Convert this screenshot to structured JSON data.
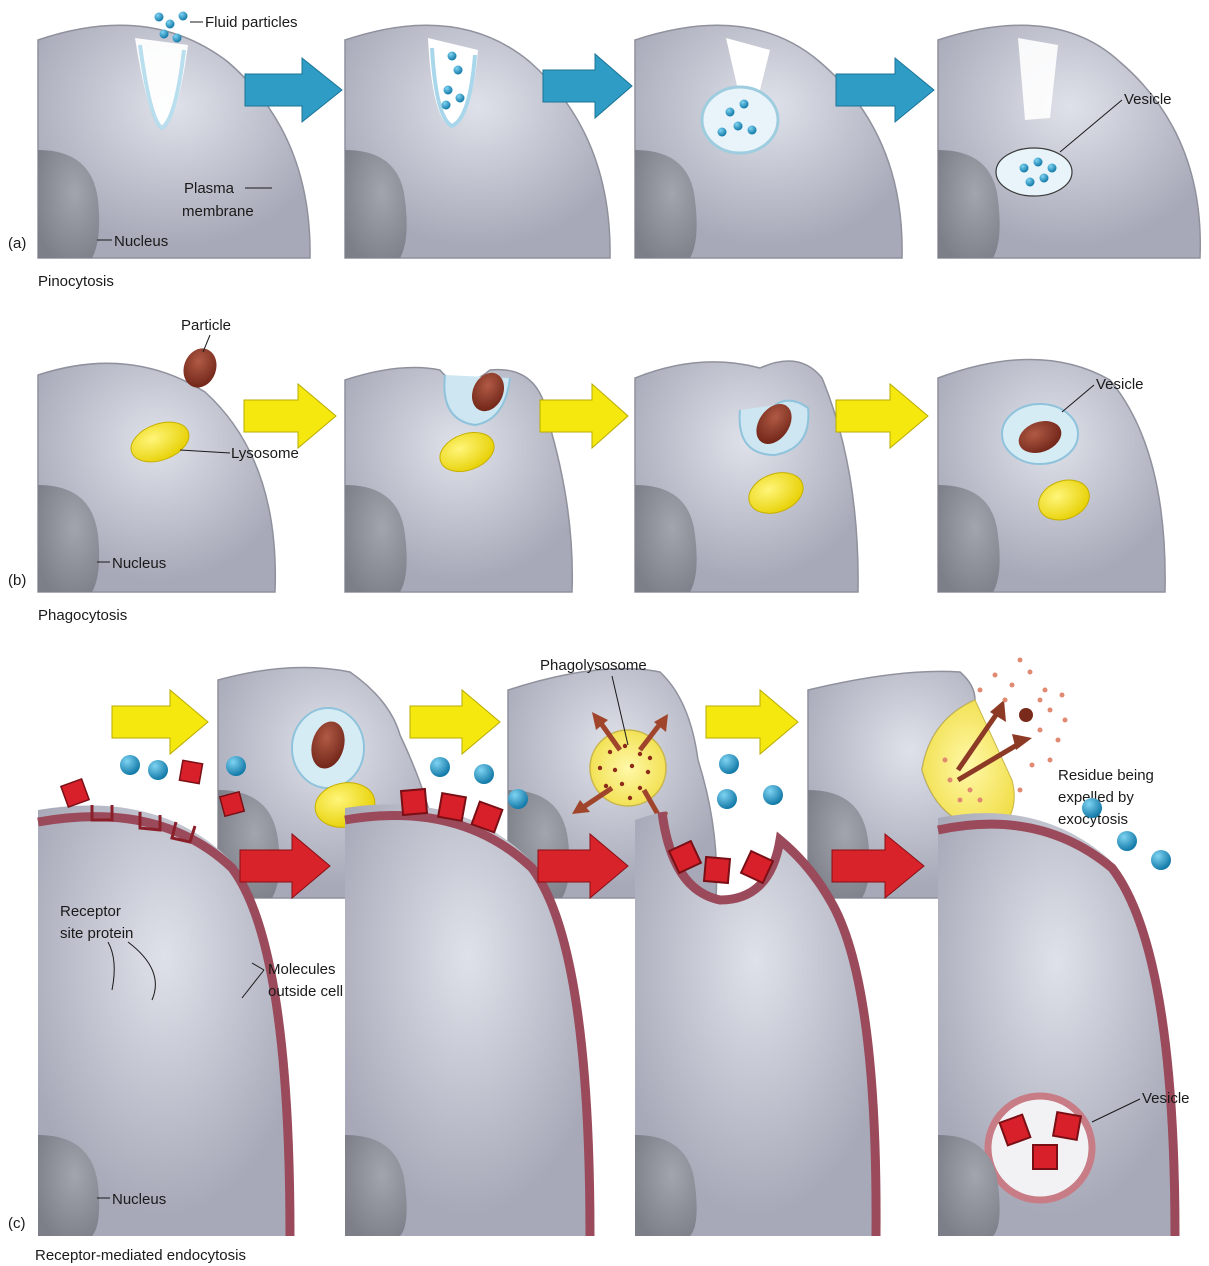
{
  "labels": {
    "fluid_particles": "Fluid particles",
    "plasma_membrane_1": "Plasma",
    "plasma_membrane_2": "membrane",
    "nucleus": "Nucleus",
    "vesicle": "Vesicle",
    "particle": "Particle",
    "lysosome": "Lysosome",
    "phagolysosome": "Phagolysosome",
    "residue_1": "Residue being",
    "residue_2": "expelled by",
    "residue_3": "exocytosis",
    "receptor_1": "Receptor",
    "receptor_2": "site protein",
    "molecules_1": "Molecules",
    "molecules_2": "outside cell"
  },
  "panels": {
    "a": {
      "letter": "(a)",
      "caption": "Pinocytosis"
    },
    "b": {
      "letter": "(b)",
      "caption": "Phagocytosis"
    },
    "c": {
      "letter": "(c)",
      "caption": "Receptor-mediated endocytosis"
    }
  },
  "colors": {
    "cell": "#a7a9b8",
    "cell_light": "#d9dbe4",
    "nucleus": "#8d8f99",
    "blue_arrow": "#2e9cc4",
    "yellow_arrow": "#f5e80f",
    "red_arrow": "#d8232a",
    "particle": "#8c3526",
    "lysosome": "#f2e21c",
    "fluid": "#bfe0ee",
    "molecule": "#1e8fc0",
    "receptor": "#d8202a",
    "membrane_c": "#9a4a5a"
  }
}
